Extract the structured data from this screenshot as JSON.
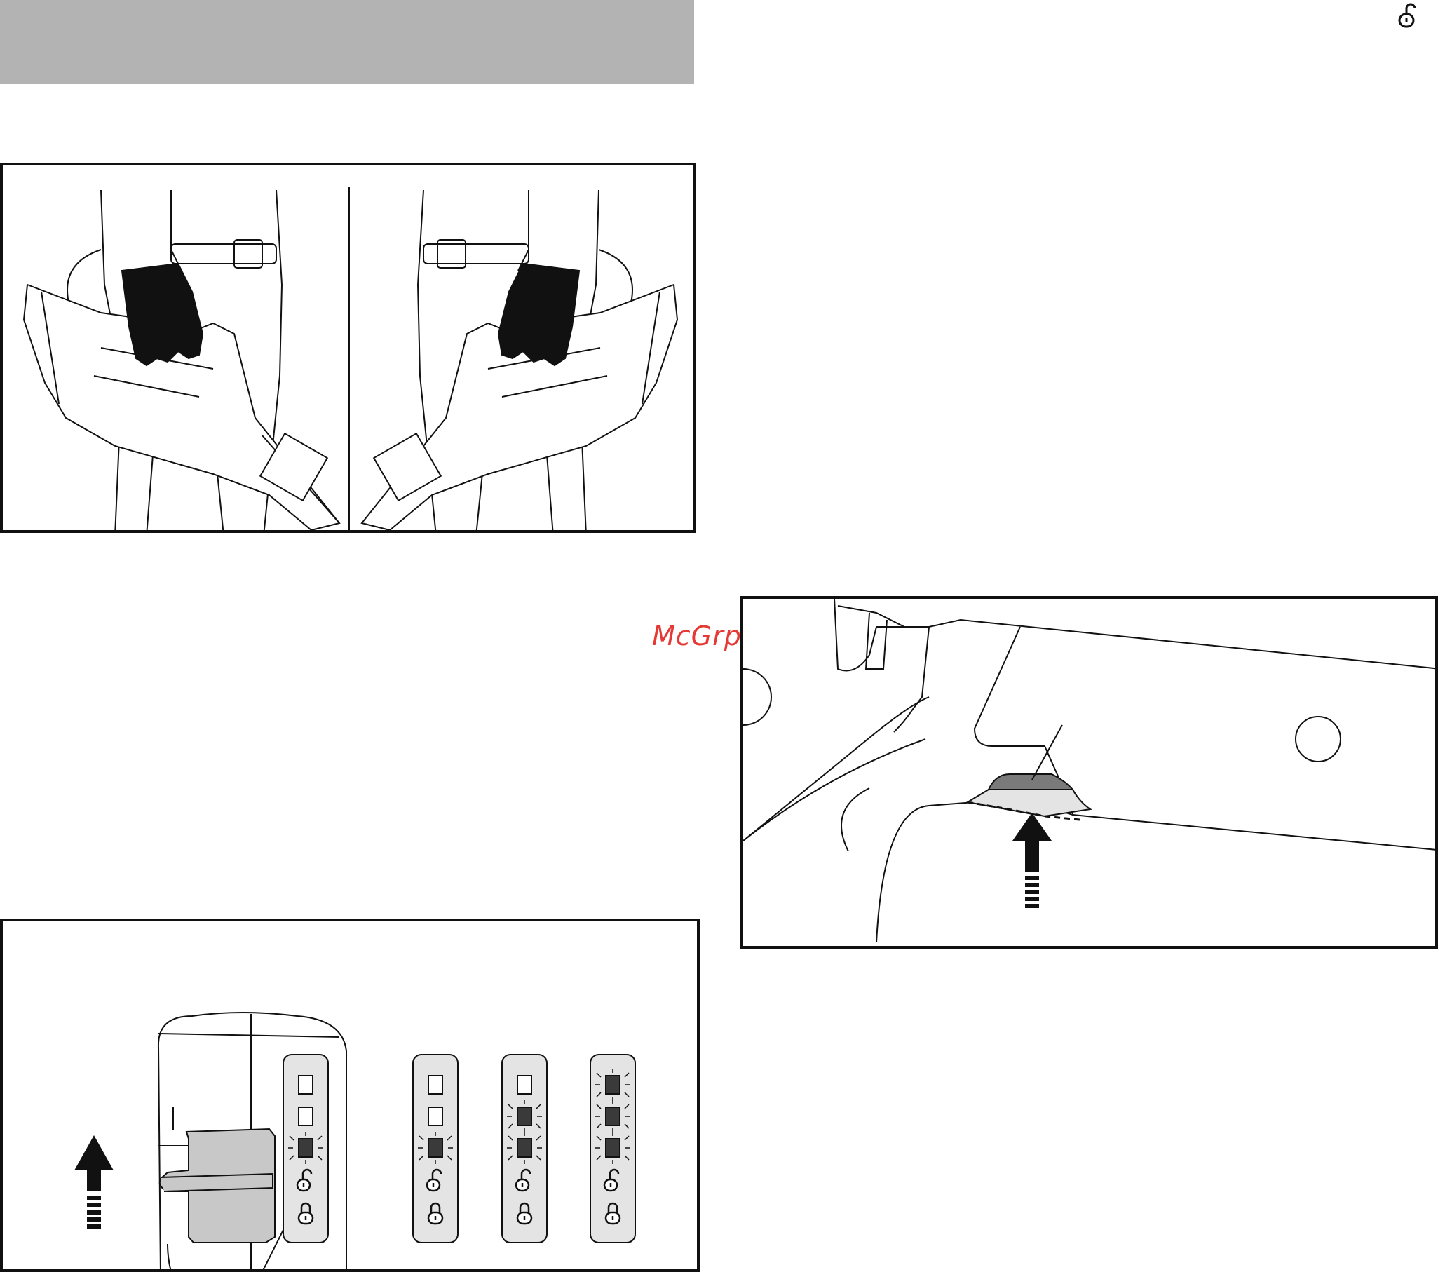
{
  "watermark": {
    "text": "McGrp.Ru"
  },
  "icons": {
    "corner": "unlocked-padlock-icon",
    "arrow": "push-up-arrow-icon",
    "led": "led-indicator-icon",
    "lock": "locked-padlock-icon",
    "unlock": "unlocked-padlock-icon"
  },
  "colors": {
    "header_bar": "#b3b3b3",
    "frame_border": "#111111",
    "glove": "#111111",
    "trigger_fill": "#c8c8c8",
    "led_panel": "#e4e4e4",
    "led_on": "#3a3a3a",
    "button_dark": "#7a7a7a",
    "watermark": "#e53935"
  },
  "led_panels": [
    {
      "id": "panel-device",
      "leds": [
        "off",
        "off",
        "on"
      ]
    },
    {
      "id": "panel-1",
      "leds": [
        "off",
        "off",
        "on"
      ]
    },
    {
      "id": "panel-2",
      "leds": [
        "off",
        "on",
        "on"
      ]
    },
    {
      "id": "panel-3",
      "leds": [
        "on",
        "on",
        "on"
      ]
    }
  ]
}
